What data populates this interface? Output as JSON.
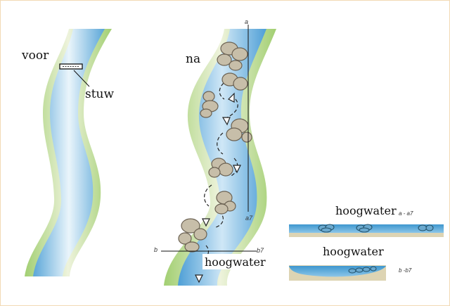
{
  "labels": {
    "voor": "voor",
    "na": "na",
    "stuw": "stuw",
    "hoogwater_river": "hoogwater",
    "hoogwater_top": "hoogwater",
    "hoogwater_bottom": "hoogwater",
    "a_top": "a",
    "a7": "a7",
    "b": "b",
    "b7": "b7",
    "section_aa": "a - a7",
    "section_bb": "b -b7"
  },
  "colors": {
    "water_edge": "#6ab0de",
    "water_center": "#e8f4fb",
    "bank_green": "#a9d17c",
    "bank_pale": "#e6efcf",
    "stone_fill": "#c9c0ad",
    "stone_dark": "#6b6152",
    "soil": "#ddd4b3",
    "frame_border": "#f2d9b5"
  }
}
